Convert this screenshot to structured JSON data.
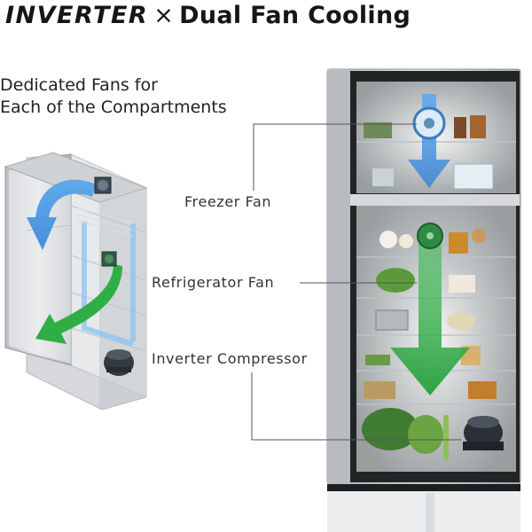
{
  "header": {
    "brand": "INVERTER",
    "separator": "×",
    "feature": "Dual Fan Cooling"
  },
  "subtitle": {
    "line1": "Dedicated Fans for",
    "line2": "Each of the Compartments"
  },
  "callouts": {
    "freezer_fan": "Freezer Fan",
    "refrigerator_fan": "Refrigerator Fan",
    "compressor": "Inverter Compressor"
  },
  "colors": {
    "freezer_air": "#3b8fe0",
    "fridge_air": "#35b24a",
    "callout_line": "#555555",
    "fridge_body": "#c9ccd0"
  },
  "icons": [
    "fan-icon",
    "compressor-icon",
    "airflow-arrow"
  ]
}
